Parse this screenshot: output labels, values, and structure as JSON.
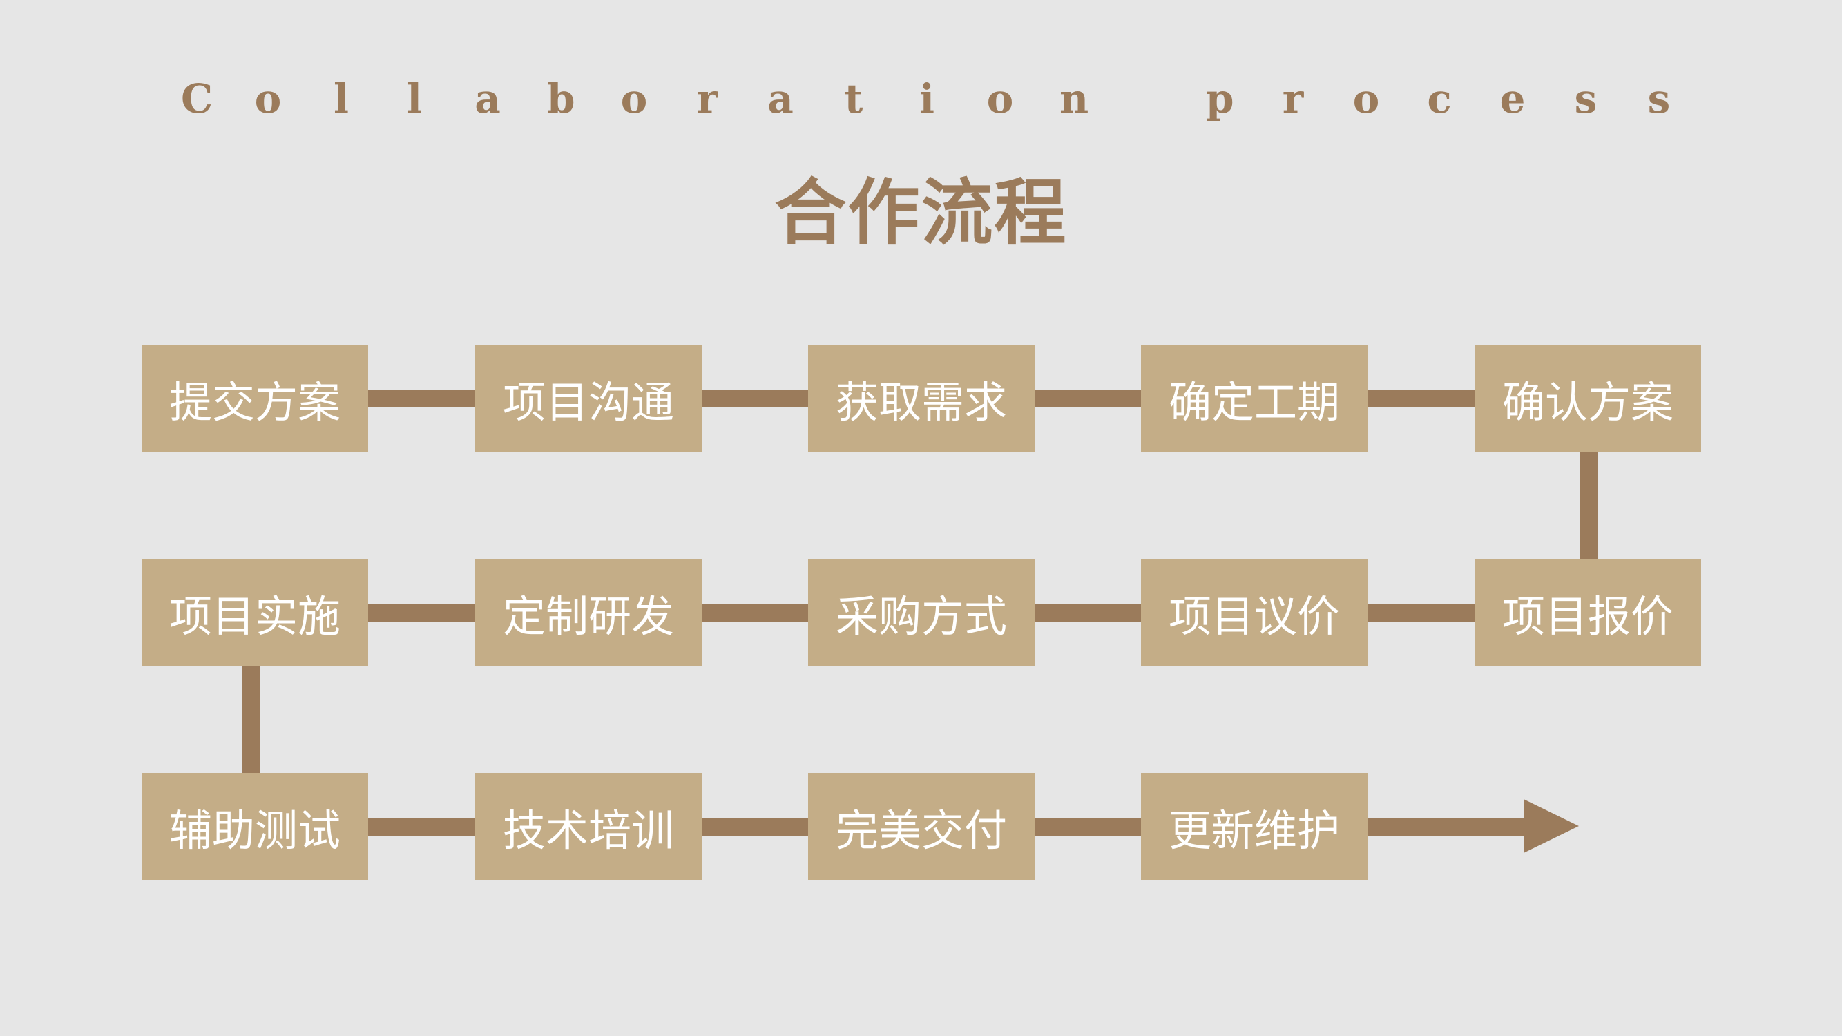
{
  "header": {
    "subtitle_chars": [
      "C",
      "o",
      "l",
      "l",
      "a",
      "b",
      "o",
      "r",
      "a",
      "t",
      "i",
      "o",
      "n",
      " ",
      "p",
      "r",
      "o",
      "c",
      "e",
      "s",
      "s"
    ],
    "title": "合作流程"
  },
  "flow": {
    "row1": [
      "提交方案",
      "项目沟通",
      "获取需求",
      "确定工期",
      "确认方案"
    ],
    "row2": [
      "项目实施",
      "定制研发",
      "采购方式",
      "项目议价",
      "项目报价"
    ],
    "row3": [
      "辅助测试",
      "技术培训",
      "完美交付",
      "更新维护"
    ]
  },
  "colors": {
    "background": "#e6e6e6",
    "box_fill": "#c4ad87",
    "connector": "#9b7b5b",
    "box_text": "#ffffff",
    "heading": "#9b7b5b"
  }
}
